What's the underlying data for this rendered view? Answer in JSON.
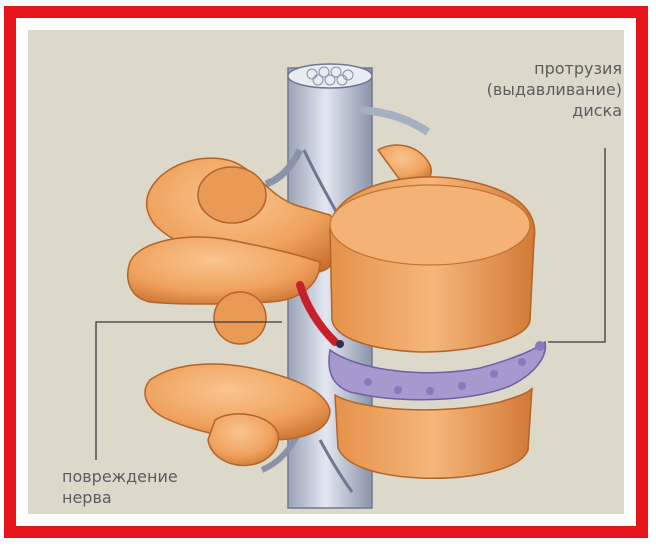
{
  "labels": {
    "protrusion": {
      "line1": "протрузия",
      "line2": "(выдавливание)",
      "line3": "диска"
    },
    "nerve": {
      "line1": "повреждение",
      "line2": "нерва"
    }
  },
  "colors": {
    "frame": "#e8141b",
    "background": "#dcd9cb",
    "bone": "#f2a35e",
    "bone_dark": "#d57a36",
    "spinal_cord": "#c3cad9",
    "disc": "#9c8cc4",
    "damaged_nerve": "#c8202a",
    "leader_line": "#3a3a3a"
  },
  "icons": [
    "spinal-cord",
    "vertebra",
    "intervertebral-disc",
    "damaged-nerve"
  ]
}
